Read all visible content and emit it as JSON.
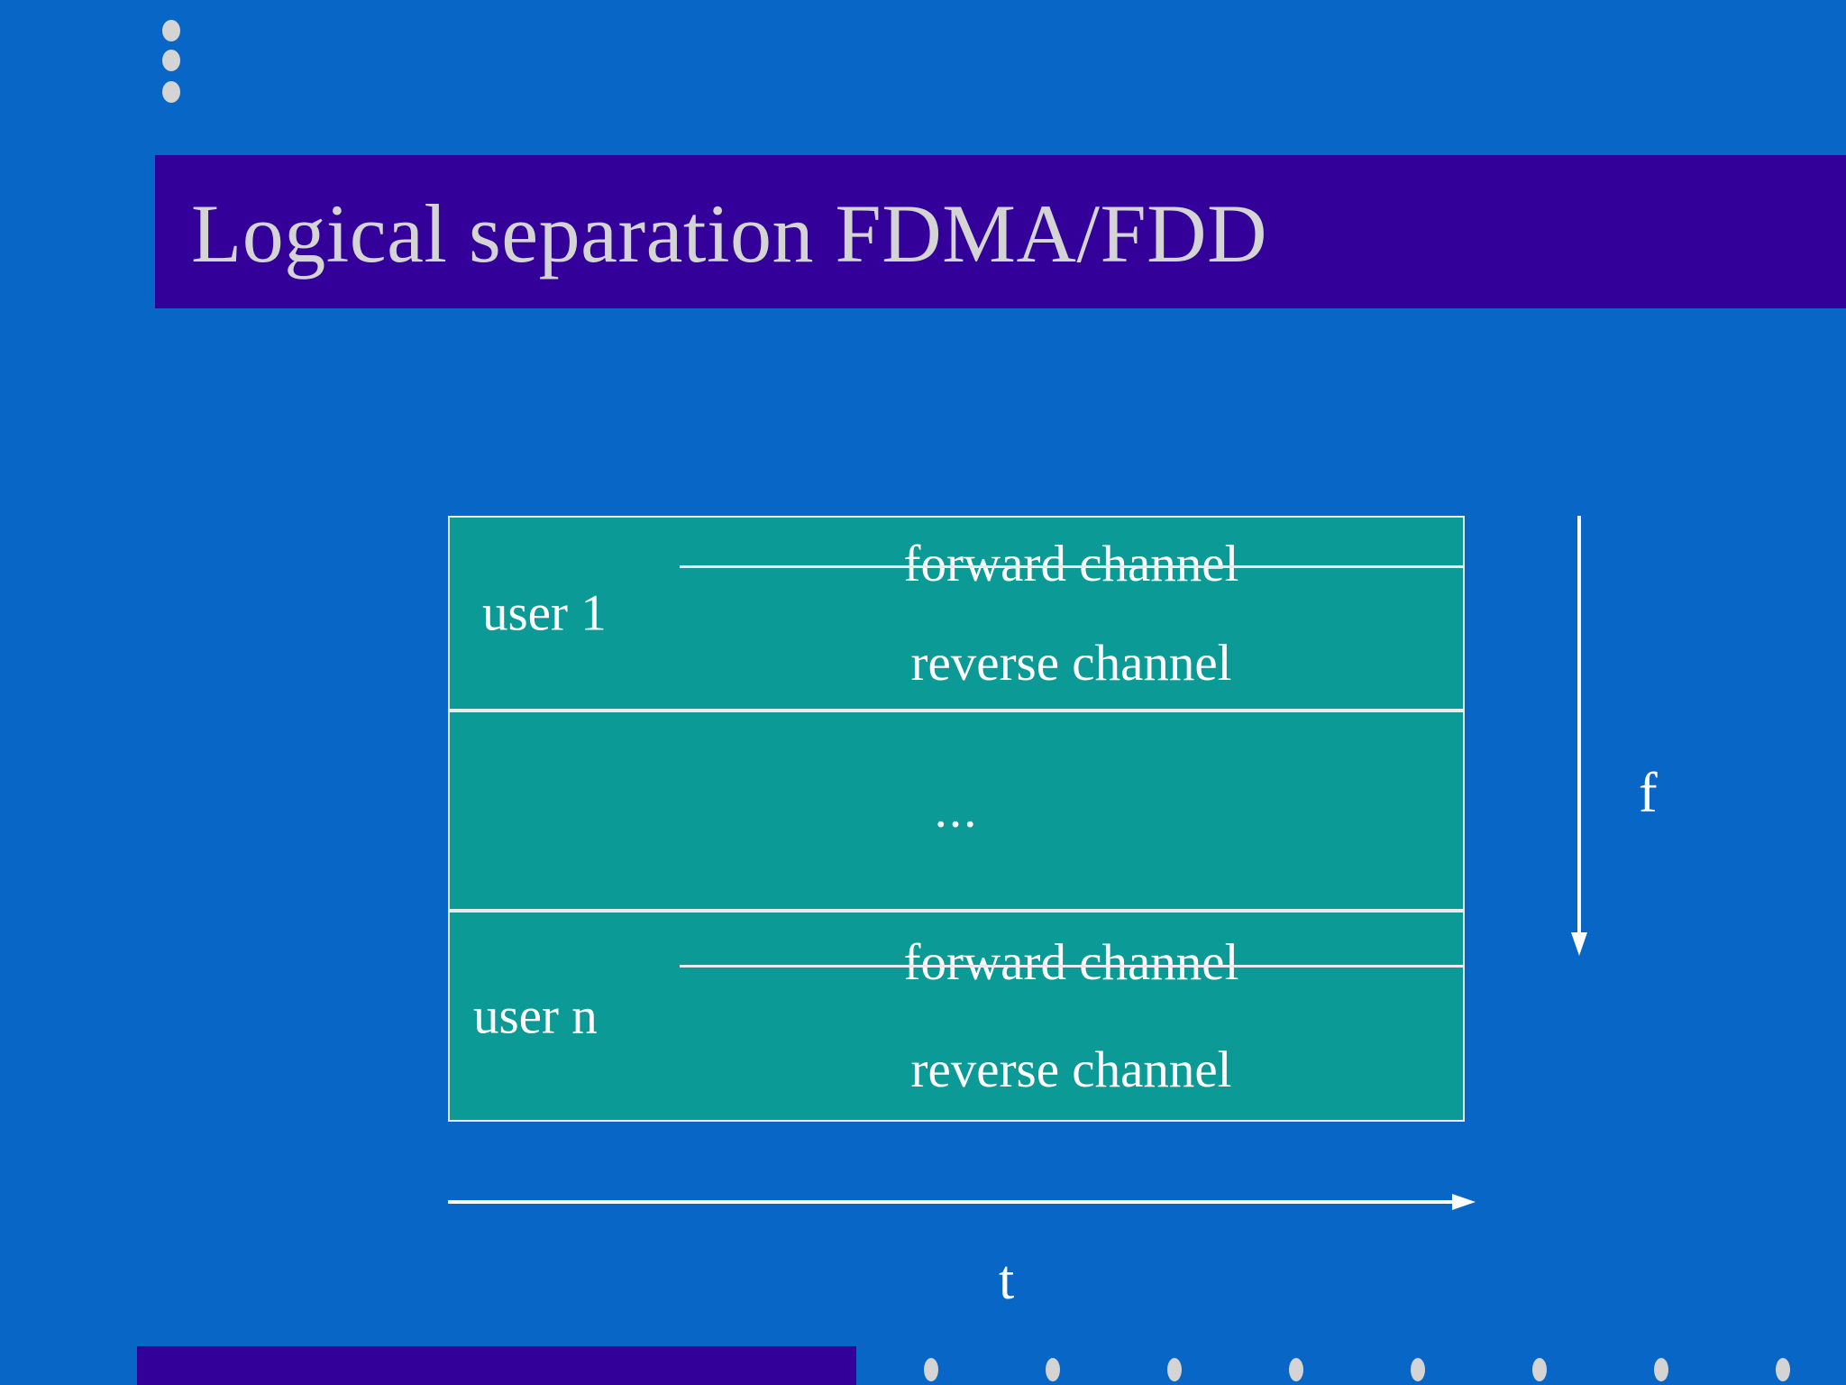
{
  "slide": {
    "title": "Logical separation  FDMA/FDD",
    "colors": {
      "background": "#0866c6",
      "title_band": "#330099",
      "title_text": "#d4d4d4",
      "channel_block": "#0b9a95",
      "diagram_text": "#ffffff",
      "axis": "#ffffff",
      "footer_bar": "#330099",
      "decor_dot": "#d4d4d4"
    }
  },
  "diagram": {
    "bands": [
      {
        "user_label": "user 1",
        "forward_label": "forward channel",
        "reverse_label": "reverse channel"
      },
      {
        "ellipsis": "..."
      },
      {
        "user_label": "user n",
        "forward_label": "forward channel",
        "reverse_label": "reverse channel"
      }
    ],
    "axes": {
      "vertical_label": "f",
      "horizontal_label": "t"
    }
  },
  "decor": {
    "left_dots": 3,
    "footer_dots": [
      1025,
      1160,
      1295,
      1430,
      1565,
      1700,
      1835,
      1970
    ]
  }
}
